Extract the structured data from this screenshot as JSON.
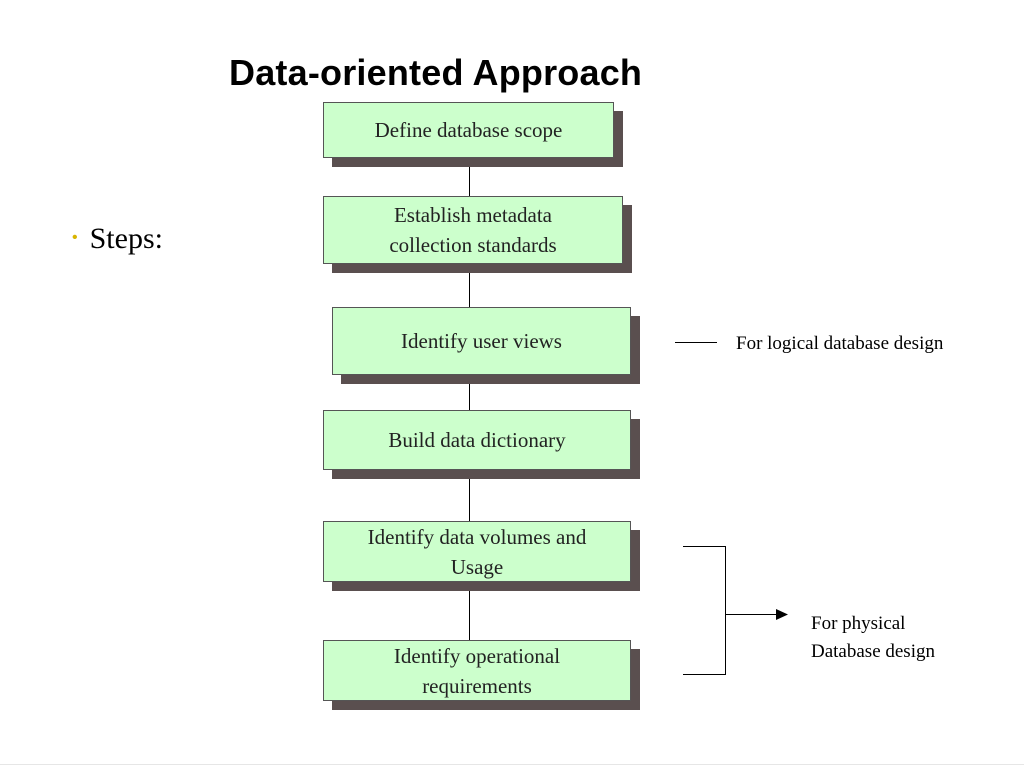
{
  "title": "Data-oriented Approach",
  "bullet": {
    "text": "Steps:"
  },
  "steps": [
    {
      "line1": "Define database scope",
      "line2": ""
    },
    {
      "line1": "Establish metadata",
      "line2": "collection standards"
    },
    {
      "line1": "Identify user views",
      "line2": ""
    },
    {
      "line1": "Build data dictionary",
      "line2": ""
    },
    {
      "line1": "Identify data volumes and",
      "line2": "Usage"
    },
    {
      "line1": "Identify operational",
      "line2": "requirements"
    }
  ],
  "notes": {
    "logical": "For logical database design",
    "physical_line1": "For physical",
    "physical_line2": "Database design"
  },
  "colors": {
    "box_fill": "#ccffcc",
    "box_shadow": "#5a4f4f",
    "bullet": "#d8b400"
  }
}
